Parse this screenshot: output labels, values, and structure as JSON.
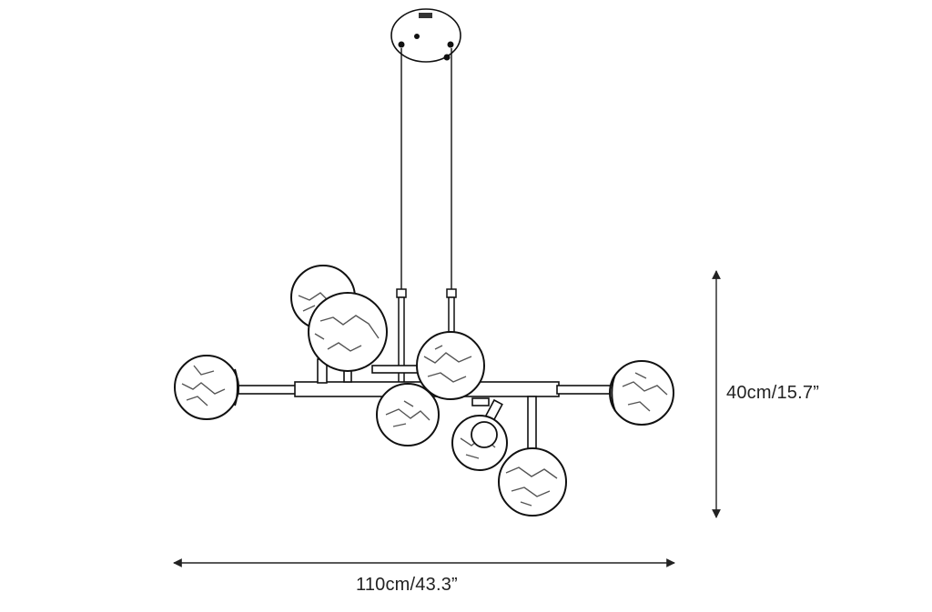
{
  "product_drawing": {
    "dimensions": {
      "height_label": "40cm/15.7”",
      "width_label": "110cm/43.3”"
    },
    "globe_count": 8,
    "colors": {
      "line": "#111111",
      "marble_vein": "#555555",
      "background": "#ffffff"
    }
  }
}
